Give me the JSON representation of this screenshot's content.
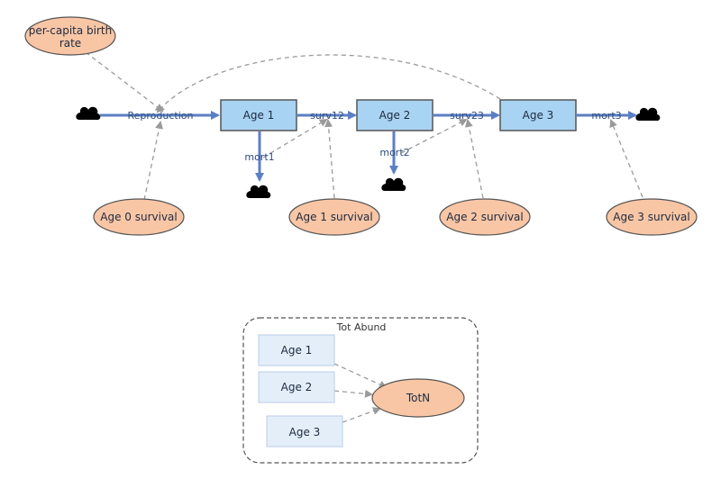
{
  "parameters": {
    "birth_rate": [
      "per-capita birth",
      "rate"
    ],
    "age0_survival": "Age 0 survival",
    "age1_survival": "Age 1 survival",
    "age2_survival": "Age 2 survival",
    "age3_survival": "Age 3 survival",
    "totn": "TotN"
  },
  "stocks": {
    "age1": "Age 1",
    "age2": "Age 2",
    "age3": "Age 3"
  },
  "flows": {
    "reproduction": "Reproduction",
    "surv12": "surv12",
    "surv23": "surv23",
    "mort1": "mort1",
    "mort2": "mort2",
    "mort3": "mort3"
  },
  "group": {
    "title": "Tot Abund",
    "ghost_age1": "Age 1",
    "ghost_age2": "Age 2",
    "ghost_age3": "Age 3"
  },
  "colors": {
    "stock_fill": "#a9d3f2",
    "param_fill": "#f9c6a5",
    "flow": "#5b7fc4",
    "link": "#9a9a9a"
  }
}
